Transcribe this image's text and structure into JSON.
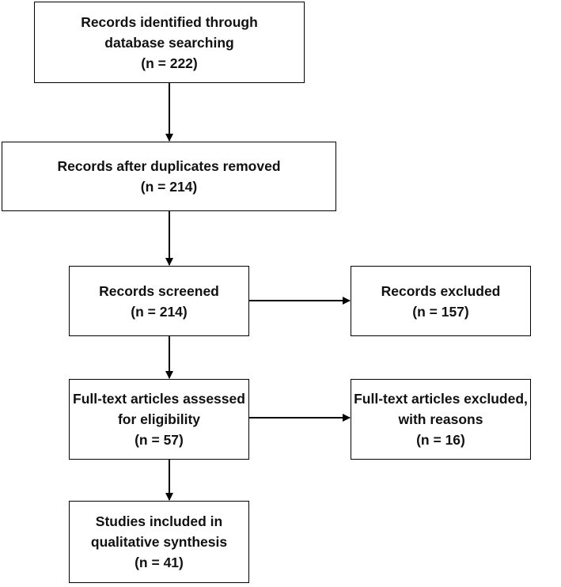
{
  "boxes": {
    "identified": {
      "line1": "Records identified through",
      "line2": "database searching",
      "count": "(n = 222)"
    },
    "duplicates_removed": {
      "line1": "Records after duplicates removed",
      "count": "(n = 214)"
    },
    "screened": {
      "line1": "Records screened",
      "count": "(n = 214)"
    },
    "excluded": {
      "line1": "Records excluded",
      "count": "(n = 157)"
    },
    "fulltext_assessed": {
      "line1": "Full-text articles assessed",
      "line2": "for eligibility",
      "count": "(n = 57)"
    },
    "fulltext_excluded": {
      "line1": "Full-text articles excluded,",
      "line2": "with reasons",
      "count": "(n = 16)"
    },
    "included": {
      "line1": "Studies included in",
      "line2": "qualitative synthesis",
      "count": "(n = 41)"
    }
  }
}
